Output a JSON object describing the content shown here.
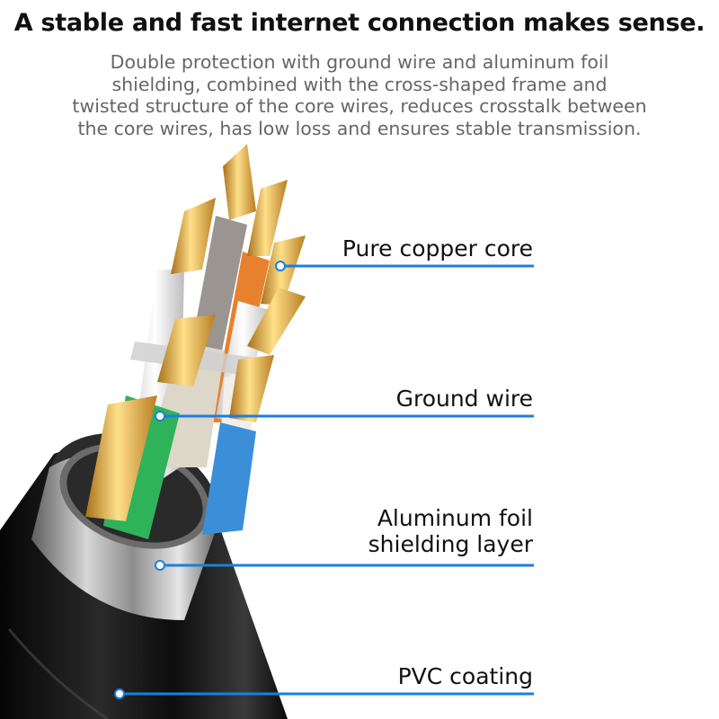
{
  "header": {
    "title": "A stable and fast internet connection makes sense.",
    "description_lines": [
      "Double protection with ground wire and aluminum foil",
      "shielding, combined with the cross-shaped frame and",
      "twisted structure of the core wires, reduces crosstalk between",
      "the core wires, has low loss and ensures stable transmission."
    ]
  },
  "callouts": [
    {
      "label_lines": [
        "Pure copper core"
      ]
    },
    {
      "label_lines": [
        "Ground wire"
      ]
    },
    {
      "label_lines": [
        "Aluminum foil",
        "shielding layer"
      ]
    },
    {
      "label_lines": [
        "PVC coating"
      ]
    }
  ],
  "colors": {
    "accent": "#1a7fe0",
    "pvc_jacket": "#1b1b1b",
    "aluminum_foil": "#b9b9b9",
    "copper": "#d9a43c",
    "wire_green": "#2fb35a",
    "wire_blue": "#3b8fd9",
    "wire_orange": "#e8812e",
    "wire_white": "#eeeeee"
  }
}
